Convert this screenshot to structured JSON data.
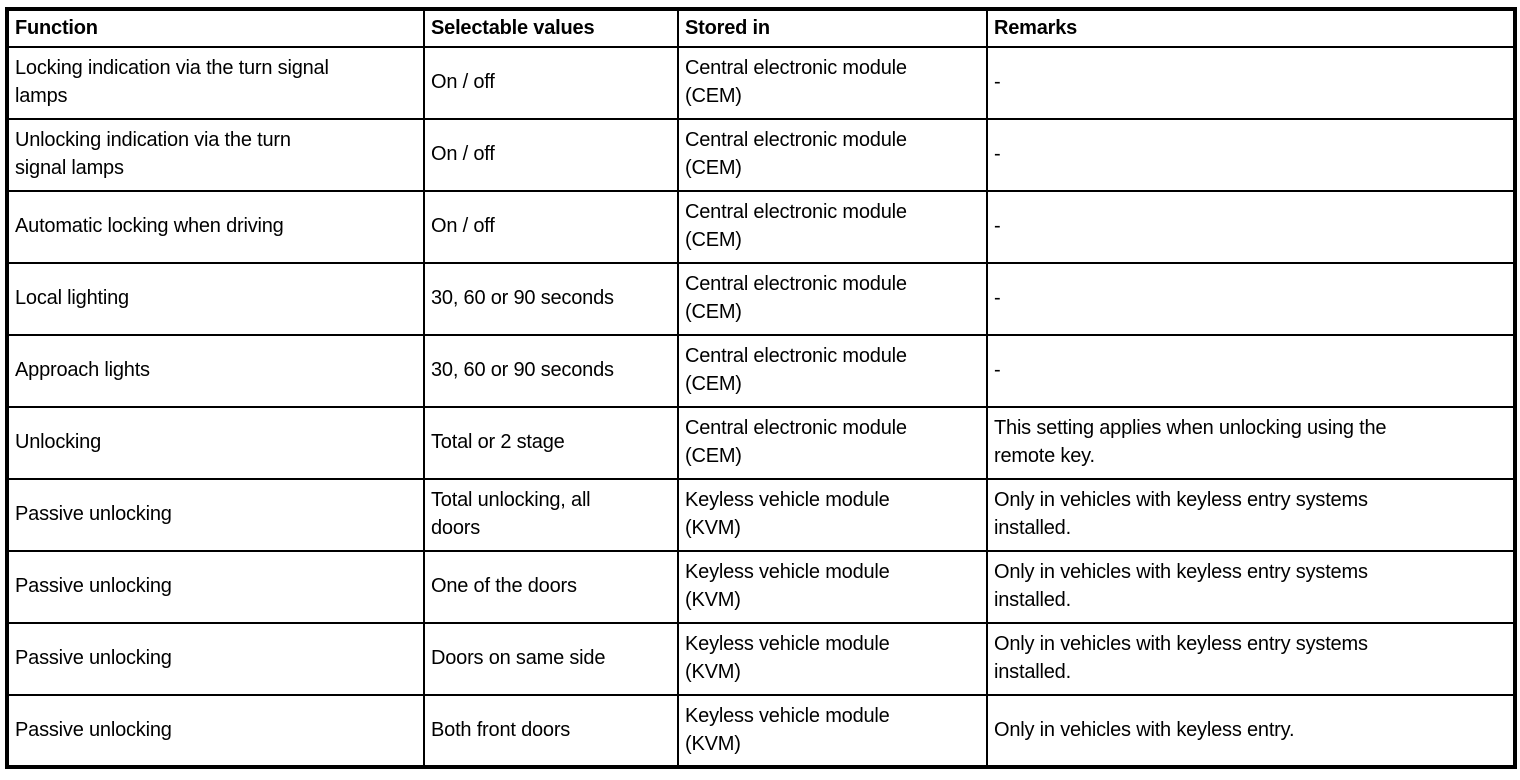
{
  "table": {
    "columns": [
      {
        "label": "Function"
      },
      {
        "label": "Selectable values"
      },
      {
        "label": "Stored in"
      },
      {
        "label": "Remarks"
      }
    ],
    "rows": [
      {
        "cells": [
          "Locking indication via the turn signal\nlamps",
          "On / off",
          "Central electronic module\n(CEM)",
          "-"
        ]
      },
      {
        "cells": [
          "Unlocking indication via the turn\nsignal lamps",
          "On / off",
          "Central electronic module\n(CEM)",
          "-"
        ]
      },
      {
        "cells": [
          "Automatic locking when driving",
          "On / off",
          "Central electronic module\n(CEM)",
          "-"
        ]
      },
      {
        "cells": [
          "Local lighting",
          "30, 60 or 90 seconds",
          "Central electronic module\n(CEM)",
          "-"
        ]
      },
      {
        "cells": [
          "Approach lights",
          "30, 60 or 90 seconds",
          "Central electronic module\n(CEM)",
          "-"
        ]
      },
      {
        "cells": [
          "Unlocking",
          "Total or 2 stage",
          "Central electronic module\n(CEM)",
          "This setting applies when unlocking using the\nremote key."
        ]
      },
      {
        "cells": [
          "Passive unlocking",
          "Total unlocking, all\ndoors",
          "Keyless vehicle module\n(KVM)",
          "Only in vehicles with keyless entry systems\ninstalled."
        ]
      },
      {
        "cells": [
          "Passive unlocking",
          "One of the doors",
          "Keyless vehicle module\n(KVM)",
          "Only in vehicles with keyless entry systems\ninstalled."
        ]
      },
      {
        "cells": [
          "Passive unlocking",
          "Doors on same side",
          "Keyless vehicle module\n(KVM)",
          "Only in vehicles with keyless entry systems\ninstalled."
        ]
      },
      {
        "cells": [
          "Passive unlocking",
          "Both front doors",
          "Keyless vehicle module\n(KVM)",
          "Only in vehicles with keyless entry."
        ]
      }
    ]
  },
  "colors": {
    "border": "#000000",
    "background": "#ffffff",
    "text": "#000000"
  }
}
